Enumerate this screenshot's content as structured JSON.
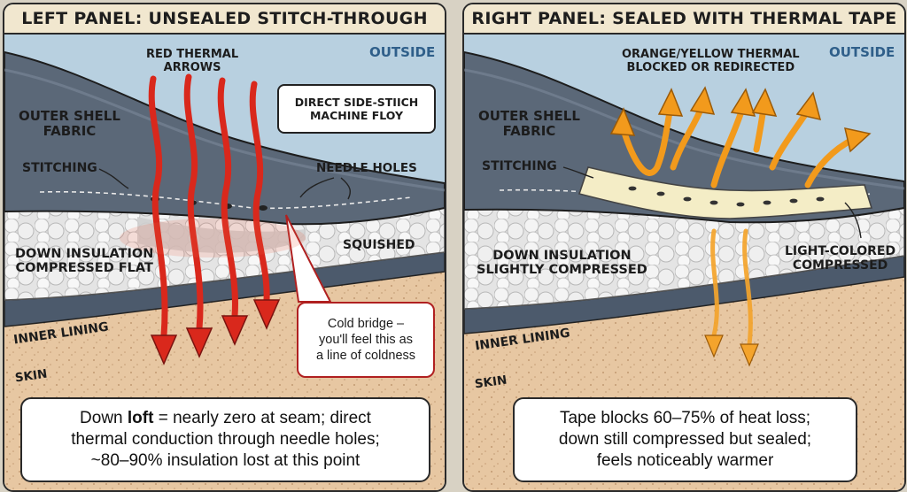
{
  "left": {
    "title": "LEFT PANEL: UNSEALED STITCH-THROUGH",
    "outside": "OUTSIDE",
    "arrows_label": [
      "RED THERMAL",
      "ARROWS"
    ],
    "machine_callout": [
      "DIRECT SIDE-STIICH",
      "MACHINE FLOY"
    ],
    "outer_shell": [
      "OUTER SHELL",
      "FABRIC"
    ],
    "stitching": "STITCHING",
    "needle_holes": "NEEDLE HOLES",
    "squished": "SQUISHED",
    "down_insulation": [
      "DOWN INSULATION",
      "COMPRESSED FLAT"
    ],
    "inner_lining": "INNER LINING",
    "skin": "SKIN",
    "cold_bridge": [
      "Cold bridge –",
      "you'll feel this as",
      "a line of coldness"
    ],
    "summary": {
      "line1_bold_prefix": "Down ",
      "line1_bold_word": "loft",
      "line1_rest": " = nearly zero at seam; direct",
      "line2": "thermal conduction through needle holes;",
      "line3": "~80–90% insulation lost at this point"
    },
    "arrow_color": "#d9281c"
  },
  "right": {
    "title": "RIGHT PANEL: SEALED WITH THERMAL TAPE",
    "outside": "OUTSIDE",
    "arrows_label": [
      "ORANGE/YELLOW THERMAL",
      "BLOCKED OR REDIRECTED"
    ],
    "outer_shell": [
      "OUTER SHELL",
      "FABRIC"
    ],
    "stitching": "STITCHING",
    "down_insulation": [
      "DOWN INSULATION",
      "SLIGHTLY COMPRESSED"
    ],
    "tape_label": [
      "LIGHT-COLORED",
      "COMPRESSED"
    ],
    "inner_lining": "INNER LINING",
    "skin": "SKIN",
    "summary": {
      "line1": "Tape blocks 60–75% of heat loss;",
      "line2": "down still compressed but sealed;",
      "line3": "feels noticeably warmer"
    },
    "arrow_color": "#f29a1c"
  },
  "colors": {
    "sky": "#b8d0e0",
    "shell": "#5b6878",
    "down": "#e6e6e6",
    "lining": "#4c5a6c",
    "skin": "#e7c7a2",
    "tape": "#f4edc6"
  }
}
